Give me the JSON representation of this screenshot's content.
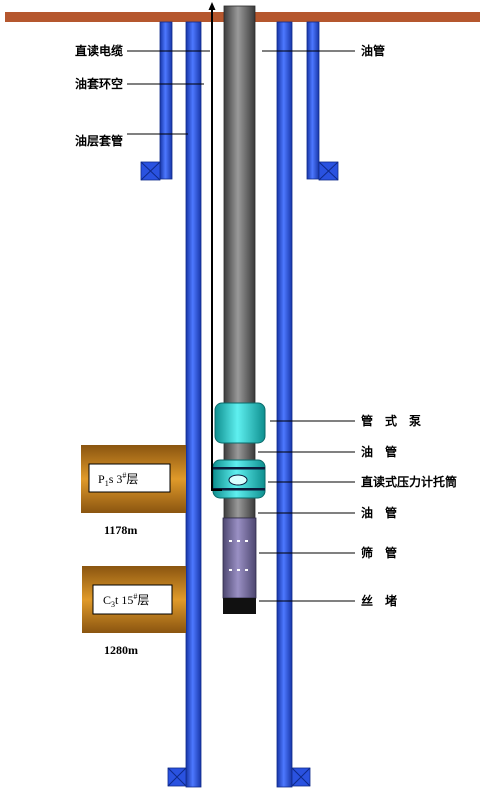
{
  "labels": {
    "cable": "直读电缆",
    "annulus": "油套环空",
    "casing": "油层套管",
    "tubing_top": "油管",
    "pump": "管　式　泵",
    "tubing_mid": "油　管",
    "gauge_holder": "直读式压力计托筒",
    "tubing_low": "油　管",
    "screen": "筛　管",
    "plug": "丝　堵"
  },
  "zones": [
    {
      "main": "P",
      "sub": "1",
      "rest": "s 3",
      "sup": "#",
      "tail": "层",
      "depth": "1178m"
    },
    {
      "main": "C",
      "sub": "3",
      "rest": "t 15",
      "sup": "#",
      "tail": "层",
      "depth": "1280m"
    }
  ],
  "colors": {
    "surface": "#b5572e",
    "casing": "#2a52e0",
    "tubing": "#6e6e6e",
    "pump": "#1ac9c9",
    "screen": "#7a6fa0",
    "plug": "#111111",
    "formation": "#c9821a"
  }
}
